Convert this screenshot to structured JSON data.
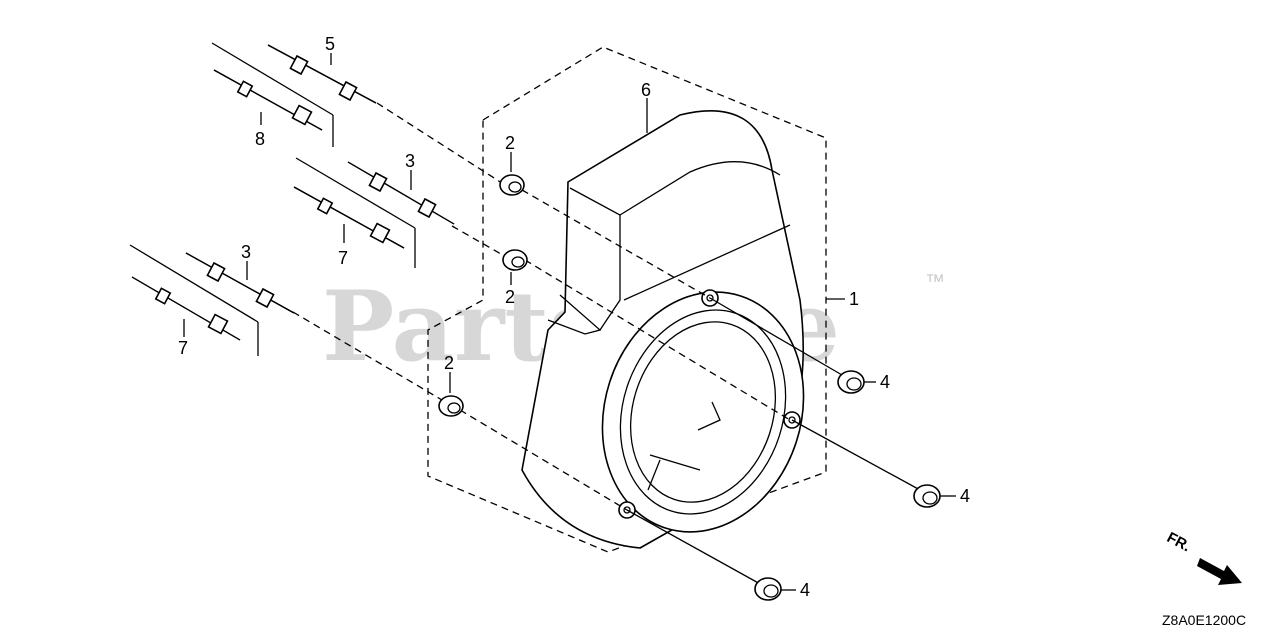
{
  "watermark": {
    "text": "PartsTree",
    "trademark": "™"
  },
  "callouts": {
    "c1": "1",
    "c2a": "2",
    "c2b": "2",
    "c2c": "2",
    "c3a": "3",
    "c3b": "3",
    "c4a": "4",
    "c4b": "4",
    "c4c": "4",
    "c5": "5",
    "c6": "6",
    "c7a": "7",
    "c7b": "7",
    "c8": "8"
  },
  "direction_indicator": {
    "label": "FR."
  },
  "diagram_code": "Z8A0E1200C"
}
